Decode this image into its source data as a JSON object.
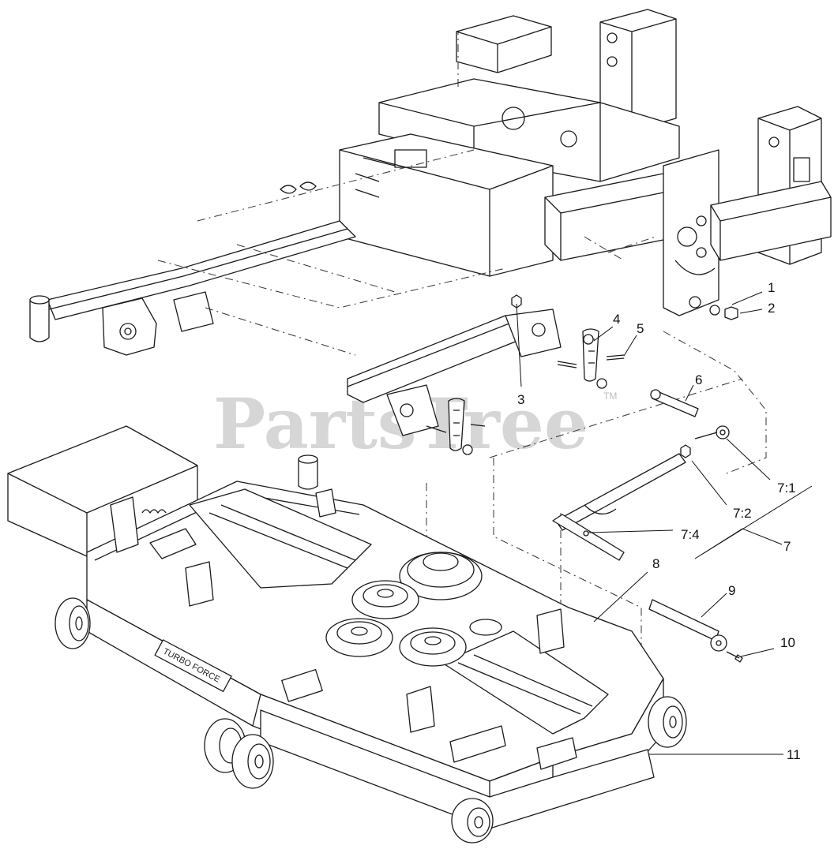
{
  "watermark": {
    "text": "PartsTree",
    "trademark": "TM"
  },
  "deck_decal": {
    "text": "TURBO FORCE"
  },
  "callouts": [
    {
      "id": "c1",
      "label": "1"
    },
    {
      "id": "c2",
      "label": "2"
    },
    {
      "id": "c3",
      "label": "3"
    },
    {
      "id": "c4",
      "label": "4"
    },
    {
      "id": "c5",
      "label": "5"
    },
    {
      "id": "c6",
      "label": "6"
    },
    {
      "id": "c7-1",
      "label": "7:1"
    },
    {
      "id": "c7-2",
      "label": "7:2"
    },
    {
      "id": "c7-4",
      "label": "7:4"
    },
    {
      "id": "c7",
      "label": "7"
    },
    {
      "id": "c8",
      "label": "8"
    },
    {
      "id": "c9",
      "label": "9"
    },
    {
      "id": "c10",
      "label": "10"
    },
    {
      "id": "c11",
      "label": "11"
    }
  ]
}
